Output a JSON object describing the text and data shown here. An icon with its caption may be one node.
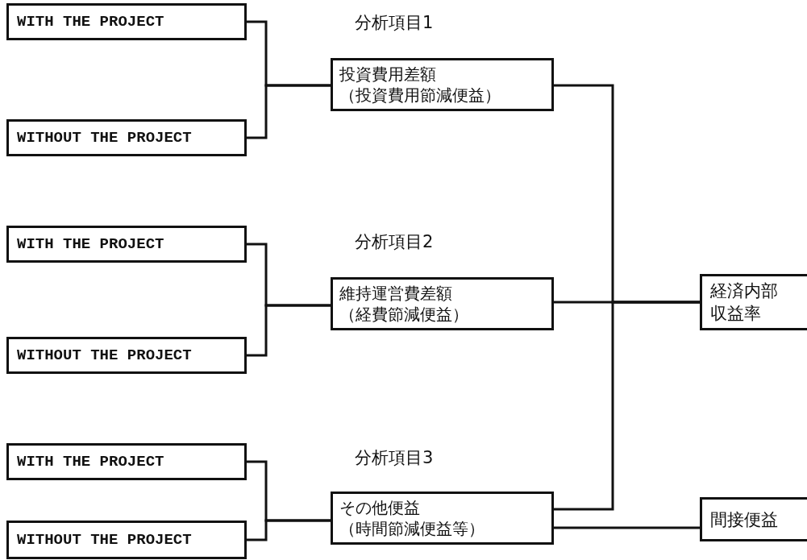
{
  "diagram": {
    "nodes": [
      {
        "text": [
          "WITH THE PROJECT"
        ]
      },
      {
        "text": [
          "WITHOUT THE PROJECT"
        ]
      },
      {
        "text": [
          "分析項目1",
          "投資費用差額",
          "（投資費用節減便益）"
        ]
      },
      {
        "text": [
          "WITH THE PROJECT"
        ]
      },
      {
        "text": [
          "WITHOUT THE PROJECT"
        ]
      },
      {
        "text": [
          "分析項目2",
          "維持運営費差額",
          "（経費節減便益）"
        ]
      },
      {
        "text": [
          "WITH THE PROJECT"
        ]
      },
      {
        "text": [
          "WITHOUT THE PROJECT"
        ]
      },
      {
        "text": [
          "分析項目3",
          "その他便益",
          "（時間節減便益等）"
        ]
      },
      {
        "text": [
          "経済内部収益率"
        ]
      },
      {
        "text": [
          "間接便益"
        ]
      }
    ],
    "edges": [
      {
        "from": 0,
        "to": 2,
        "arrow": "none"
      },
      {
        "from": 1,
        "to": 2,
        "arrow": "none"
      },
      {
        "from": 3,
        "to": 5,
        "arrow": "none"
      },
      {
        "from": 4,
        "to": 5,
        "arrow": "none"
      },
      {
        "from": 6,
        "to": 8,
        "arrow": "none"
      },
      {
        "from": 7,
        "to": 8,
        "arrow": "none"
      },
      {
        "from": 2,
        "to": 9,
        "arrow": "none"
      },
      {
        "from": 5,
        "to": 9,
        "arrow": "none"
      },
      {
        "from": 8,
        "to": 9,
        "arrow": "none"
      },
      {
        "from": 8,
        "to": 10,
        "arrow": "none"
      }
    ]
  }
}
